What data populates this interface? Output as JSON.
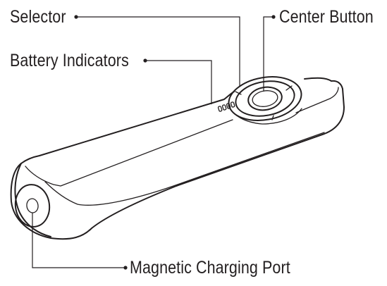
{
  "labels": {
    "selector": "Selector",
    "center_button": "Center Button",
    "battery_indicators": "Battery Indicators",
    "charging_port": "Magnetic Charging Port"
  },
  "colors": {
    "line": "#231f20",
    "background": "#ffffff"
  }
}
